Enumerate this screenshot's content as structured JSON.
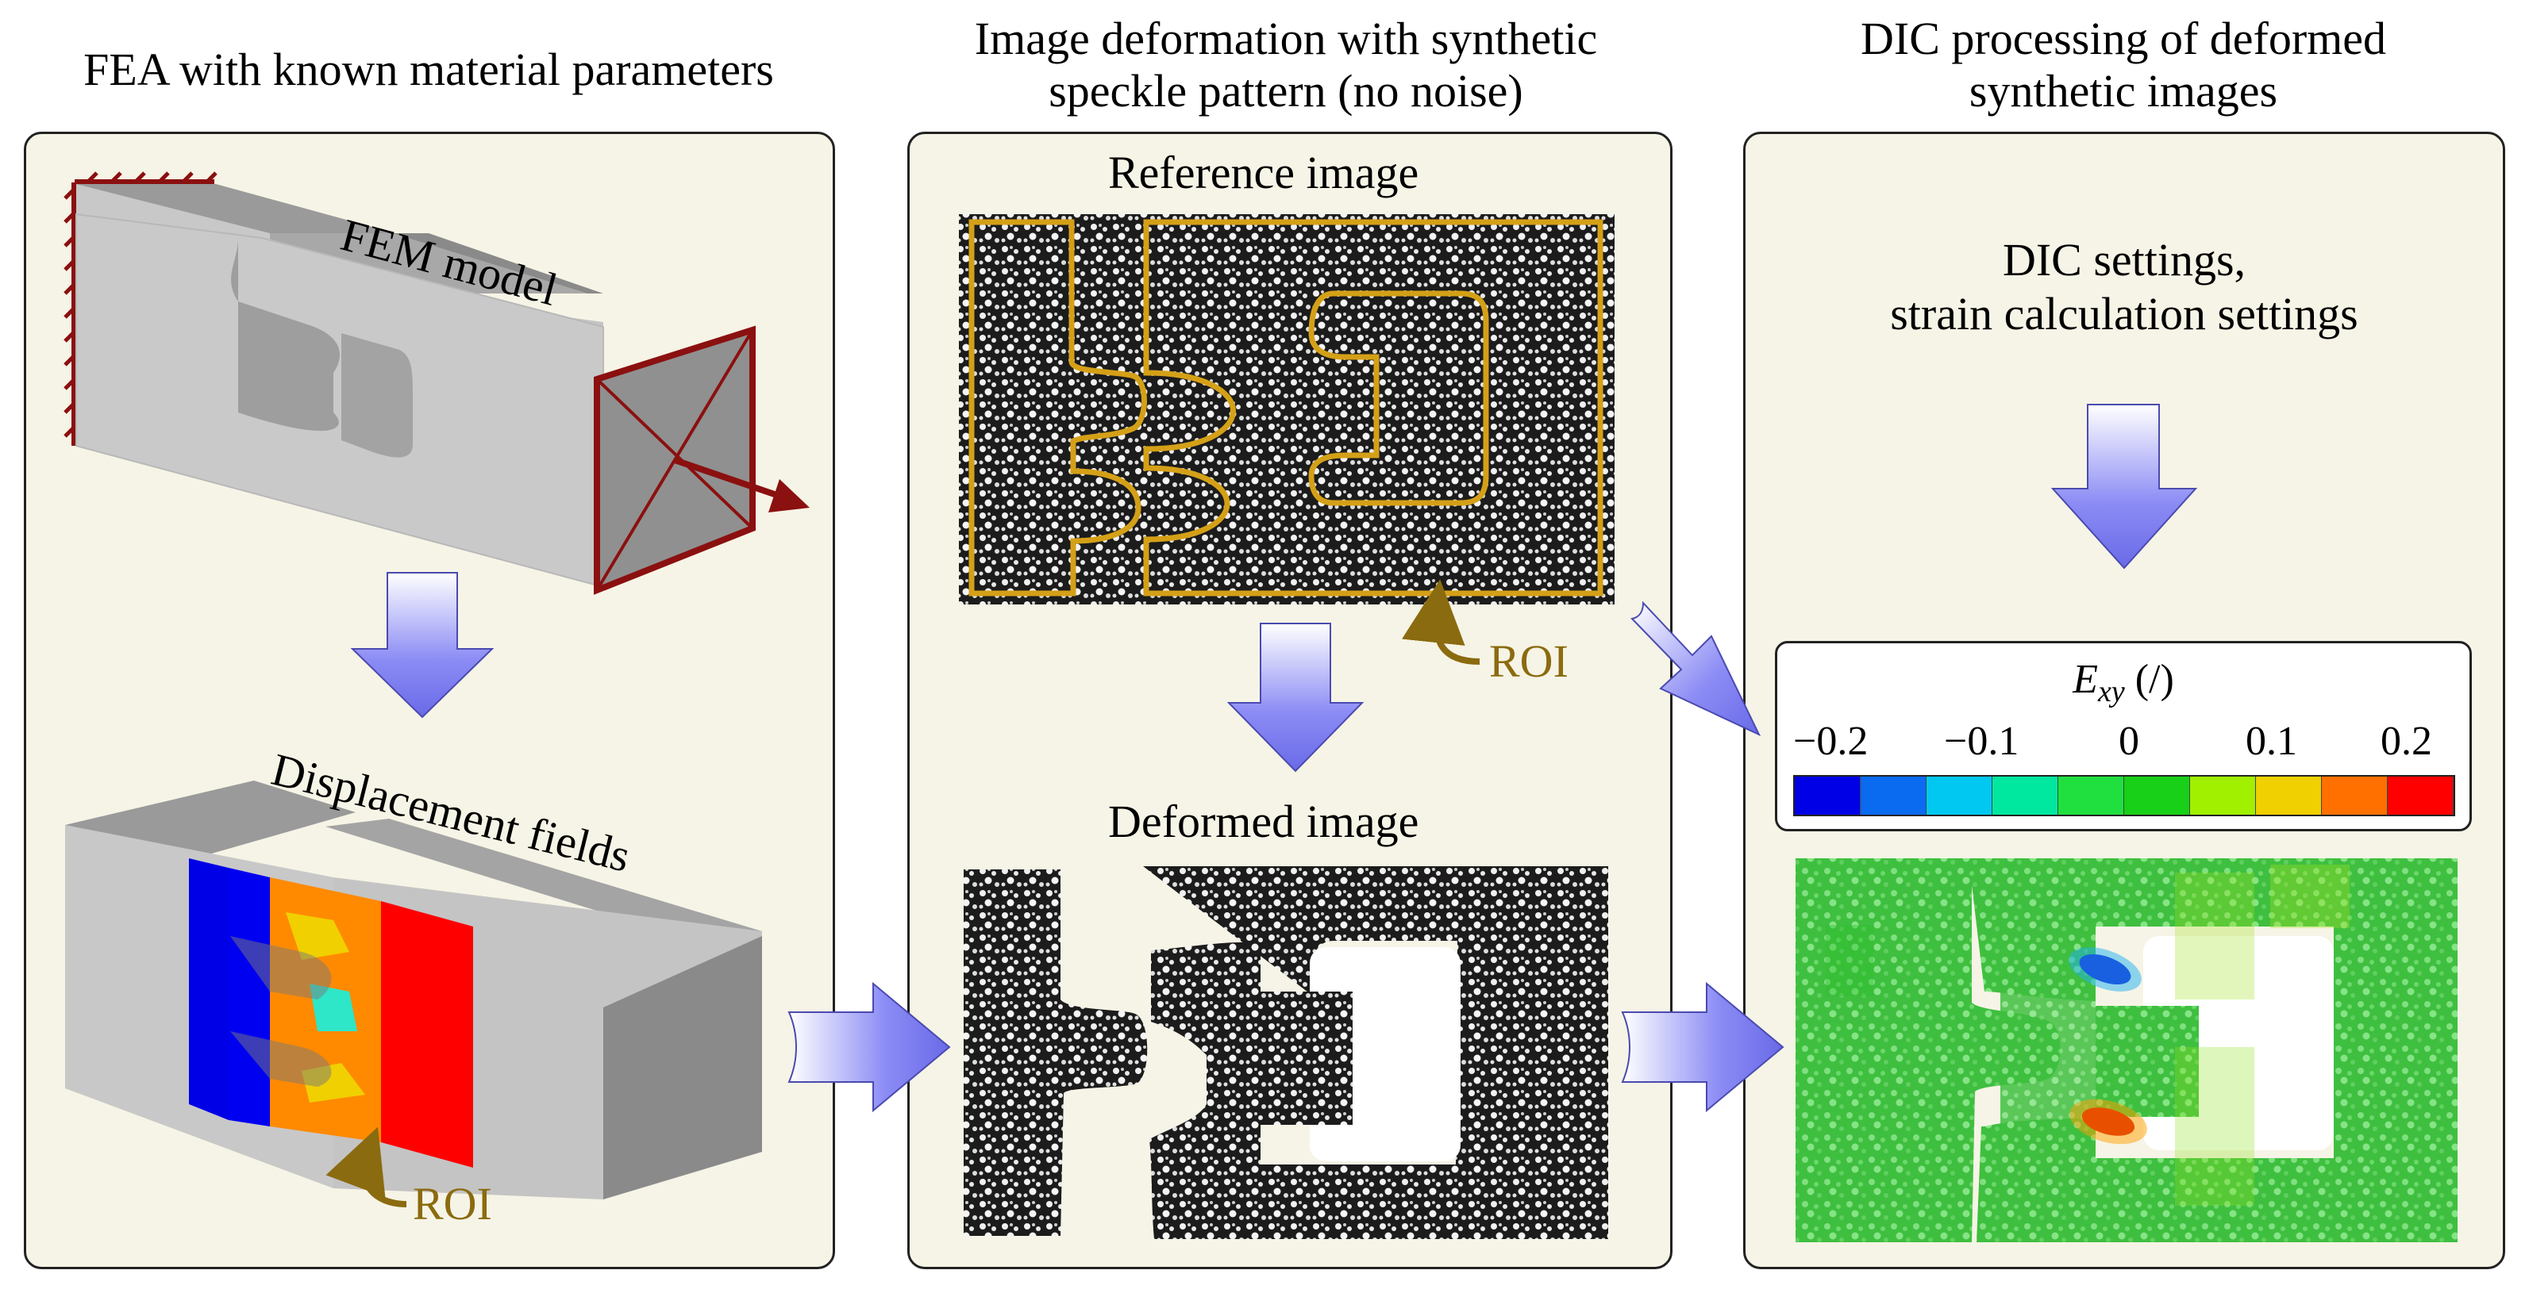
{
  "headings": {
    "col1": "FEA with known material parameters",
    "col2_line1": "Image deformation with synthetic",
    "col2_line2": "speckle pattern (no noise)",
    "col3_line1": "DIC processing of deformed",
    "col3_line2": "synthetic images"
  },
  "col1": {
    "fem_label": "FEM model",
    "disp_label": "Displacement fields",
    "roi_label": "ROI"
  },
  "col2": {
    "ref_label": "Reference image",
    "def_label": "Deformed image",
    "roi_label": "ROI"
  },
  "col3": {
    "settings_line1": "DIC settings,",
    "settings_line2": "strain calculation settings",
    "colorbar": {
      "title": "E",
      "subscript": "xy",
      "unit": " (/)",
      "ticks": [
        "−0.2",
        "−0.1",
        "0",
        "0.1",
        "0.2"
      ],
      "colors": [
        "#0000e6",
        "#0a6af0",
        "#00c8f0",
        "#00e8a0",
        "#20e040",
        "#18d018",
        "#a0f000",
        "#f0d000",
        "#ff7000",
        "#ff0000"
      ]
    }
  },
  "colors": {
    "panel_bg": "#f6f4e6",
    "arrow_fill": "#8c8cf5",
    "roi_orange": "#d4a017",
    "roi_text": "#8b6b0f",
    "boundary": "#8b1010",
    "part_gray": "#c8c8c8"
  }
}
